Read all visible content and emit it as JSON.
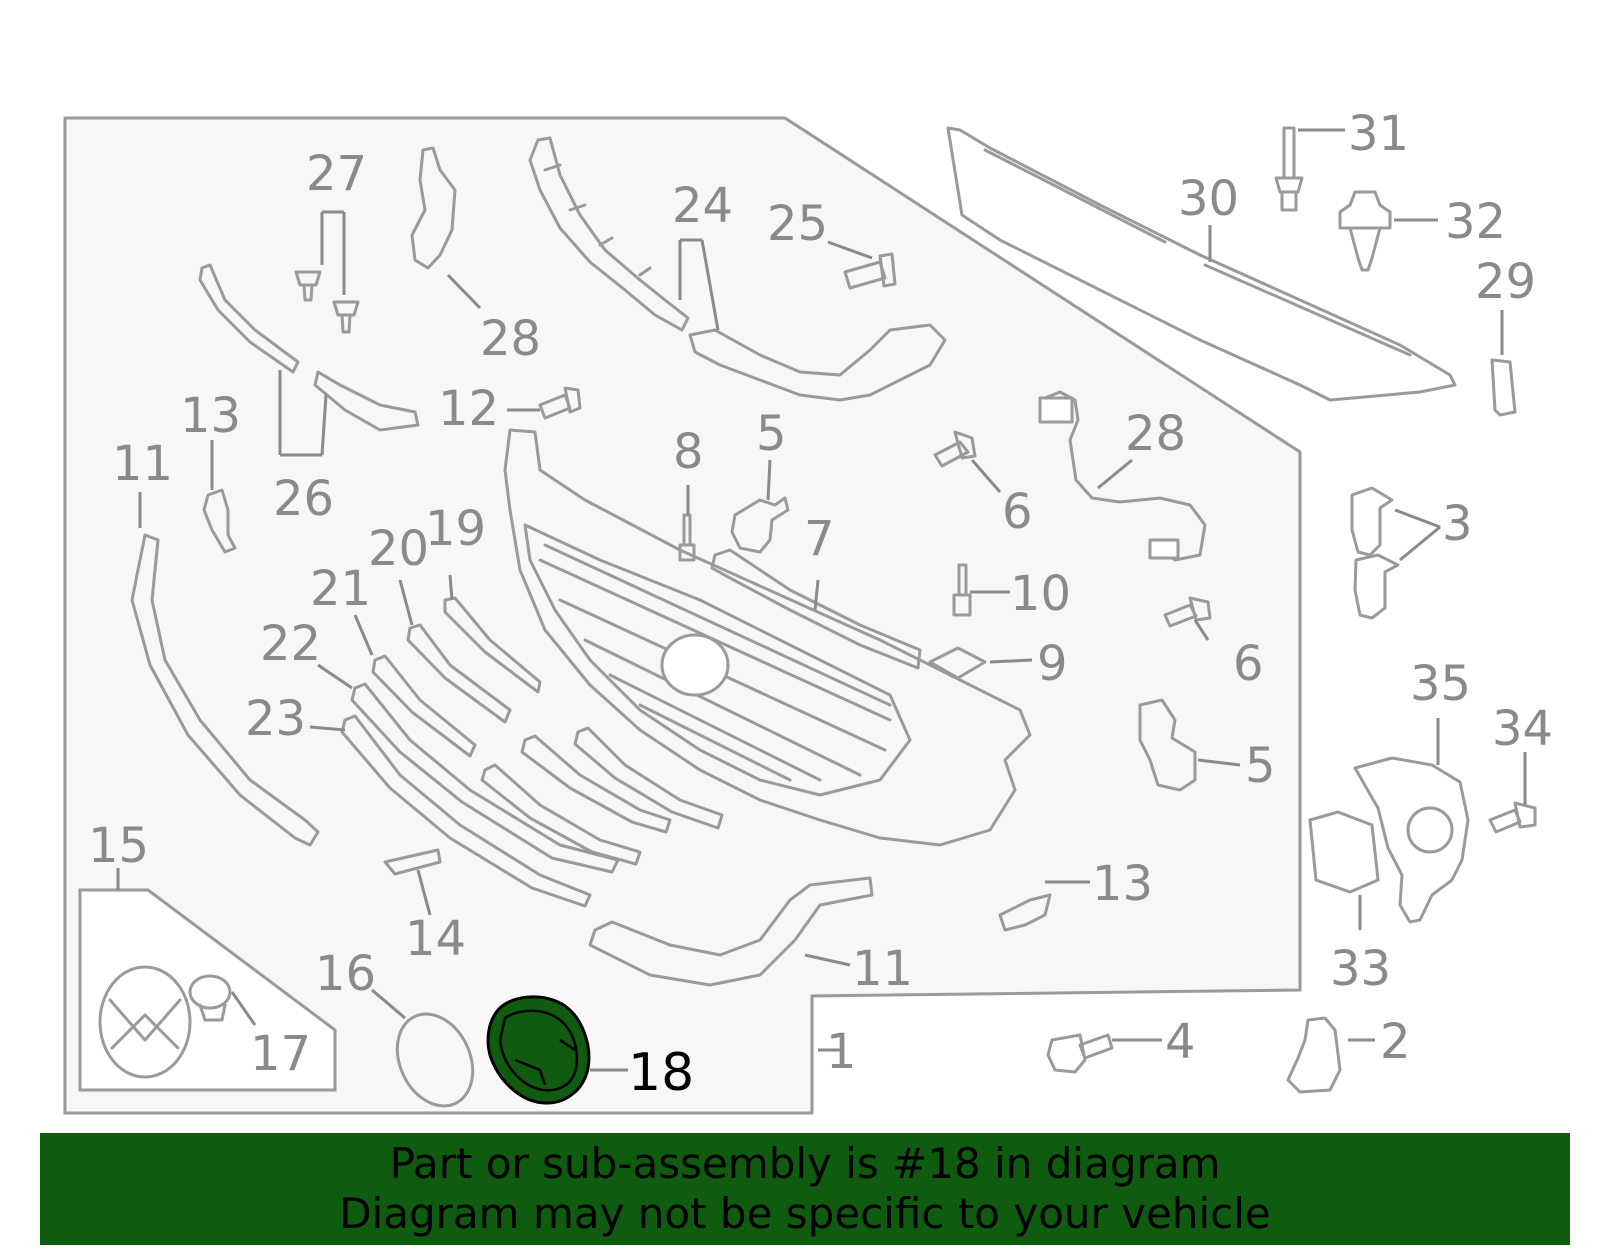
{
  "labels": {
    "l1": "1",
    "l2": "2",
    "l3": "3",
    "l4": "4",
    "l5a": "5",
    "l5b": "5",
    "l6a": "6",
    "l6b": "6",
    "l7": "7",
    "l8": "8",
    "l9": "9",
    "l10": "10",
    "l11a": "11",
    "l11b": "11",
    "l12": "12",
    "l13a": "13",
    "l13b": "13",
    "l14": "14",
    "l15": "15",
    "l16": "16",
    "l17": "17",
    "l18": "18",
    "l19": "19",
    "l20": "20",
    "l21": "21",
    "l22": "22",
    "l23": "23",
    "l24": "24",
    "l25": "25",
    "l26": "26",
    "l27": "27",
    "l28a": "28",
    "l28b": "28",
    "l29": "29",
    "l30": "30",
    "l31": "31",
    "l32": "32",
    "l33": "33",
    "l34": "34",
    "l35": "35"
  },
  "highlight": {
    "part_number": "18",
    "color": "#0f5b0f"
  },
  "banner": {
    "line1": "Part or sub-assembly is #18 in diagram",
    "line2": "Diagram may not be specific to your vehicle",
    "background": "#0f5b0f"
  }
}
